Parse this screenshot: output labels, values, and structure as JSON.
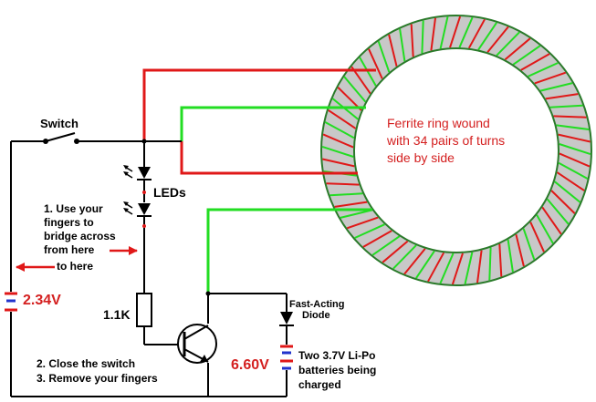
{
  "labels": {
    "switch": "Switch",
    "leds": "LEDs",
    "instruction_1": [
      "1. Use your",
      "fingers to",
      "bridge across",
      "from here",
      "to here"
    ],
    "battery_left_voltage": "2.34V",
    "resistor": "1.1K",
    "diode": [
      "Fast-Acting",
      "Diode"
    ],
    "instruction_2": "2. Close the switch",
    "instruction_3": "3. Remove your fingers",
    "battery_right_voltage": "6.60V",
    "battery_right_desc": [
      "Two 3.7V Li-Po",
      "batteries being",
      "charged"
    ],
    "ring_note": [
      "Ferrite ring wound",
      "with 34 pairs of turns",
      "side by side"
    ]
  },
  "winding": {
    "pairs": 34
  },
  "colors": {
    "wire": "#000000",
    "red_winding": "#e01818",
    "green_winding": "#22dd22",
    "ring_fill": "#c8c8c8",
    "ring_edge": "#2a7a2a",
    "label_red": "#d42020",
    "arrow": "#e01818",
    "battery_plus": "#e01818",
    "battery_minus": "#2233cc"
  }
}
